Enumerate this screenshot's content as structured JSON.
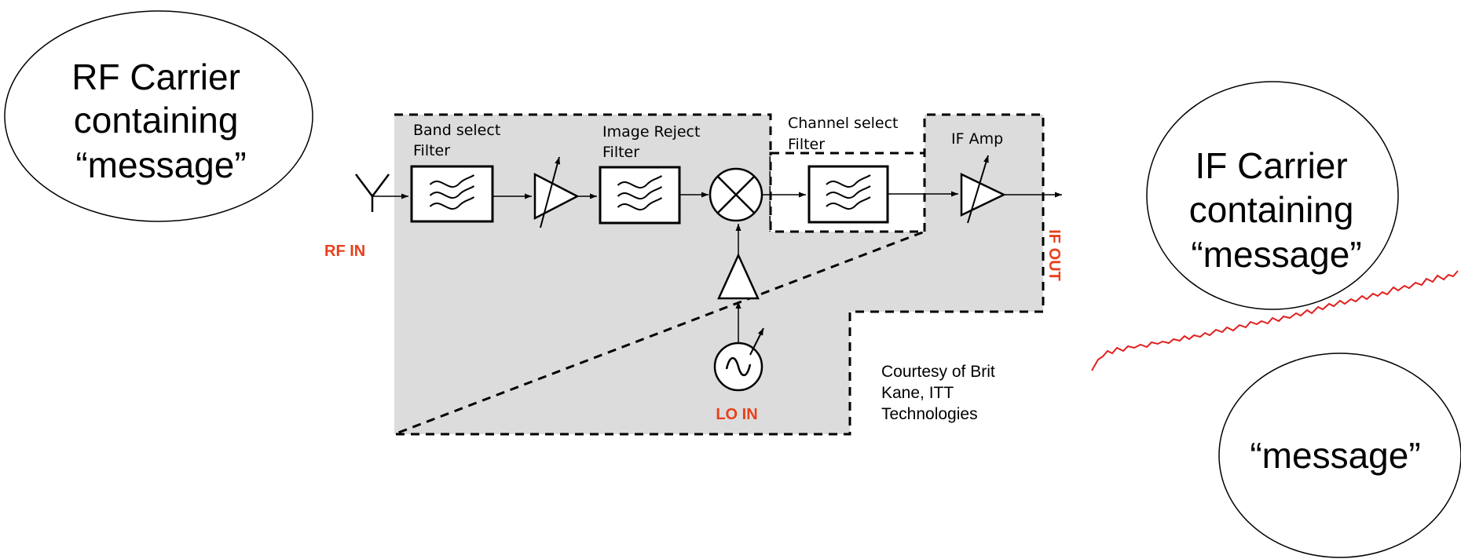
{
  "bubbles": {
    "rf_carrier": [
      "RF Carrier",
      "containing",
      "“message”"
    ],
    "if_carrier": [
      "IF Carrier",
      "containing",
      "“message”"
    ],
    "message": "“message”"
  },
  "labels": {
    "band_select": [
      "Band select",
      "Filter"
    ],
    "image_reject": [
      "Image Reject",
      "Filter"
    ],
    "channel_select": [
      "Channel select",
      "Filter"
    ],
    "if_amp": "IF Amp"
  },
  "ports": {
    "rf_in": "RF IN",
    "if_out": "IF OUT",
    "lo_in": "LO IN"
  },
  "credit": [
    "Courtesy of Brit",
    "Kane, ITT",
    "Technologies"
  ],
  "colors": {
    "port_text": "#e8401c",
    "shaded_region": "#dcdcdc",
    "signal_trace": "#e0201e"
  }
}
